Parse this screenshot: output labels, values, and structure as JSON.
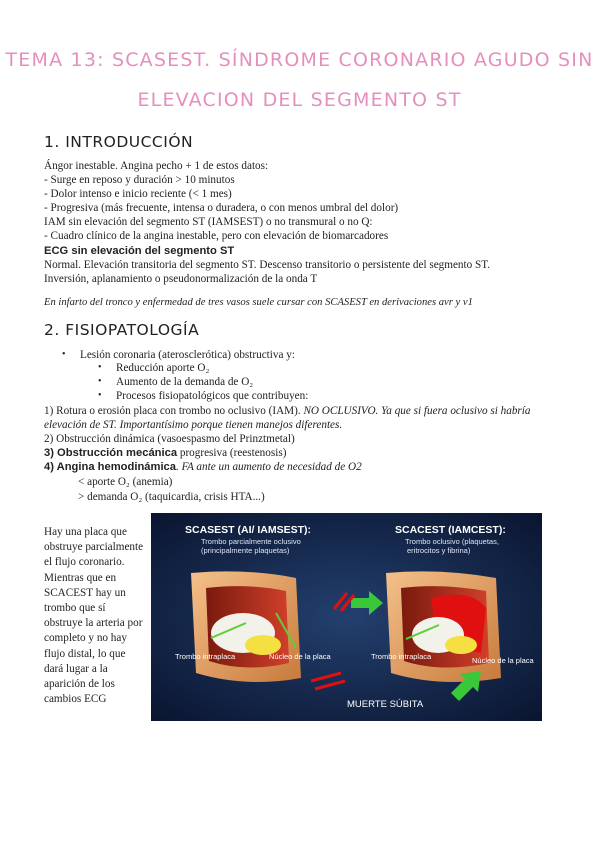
{
  "title": {
    "line1": "TEMA 13: SCASEST. SÍNDROME CORONARIO AGUDO SIN",
    "line2": "ELEVACION DEL SEGMENTO ST"
  },
  "section1": {
    "heading": "1. INTRODUCCIÓN",
    "lines": [
      "Ángor inestable. Angina pecho + 1 de estos datos:",
      "- Surge en reposo y duración > 10 minutos",
      "- Dolor intenso e inicio reciente (< 1 mes)",
      "- Progresiva (más frecuente, intensa o duradera, o con menos umbral del dolor)",
      "IAM sin elevación del segmento ST (IAMSEST) o no transmural o no Q:",
      "- Cuadro clínico de la angina inestable, pero con elevación de biomarcadores"
    ],
    "ecg_heading": "ECG sin elevación del segmento ST",
    "ecg_lines": [
      "Normal. Elevación transitoria del segmento ST.  Descenso transitorio o persistente del segmento ST.",
      "Inversión, aplanamiento o pseudonormalización de la onda T"
    ],
    "note": "En infarto del tronco y enfermedad de tres vasos suele cursar con SCASEST en derivaciones avr y v1"
  },
  "section2": {
    "heading": "2. FISIOPATOLOGÍA",
    "bullet_main": "Lesión coronaria (aterosclerótica) obstructiva y:",
    "sub_bullets": [
      "Reducción aporte O₂",
      "Aumento de la demanda de O₂",
      "Procesos fisiopatológicos que contribuyen:"
    ],
    "item1_text": "1) Rotura o erosión placa con trombo no oclusivo (IAM). ",
    "item1_italic": "NO OCLUSIVO. Ya que si fuera oclusivo si habría",
    "item1_italic2": "elevación de ST. Importantísimo porque tienen manejos diferentes.",
    "item2": "2) Obstrucción dinámica (vasoespasmo del Prinztmetal)",
    "item3_bold": "3) Obstrucción mecánica",
    "item3_rest": " progresiva (reestenosis)",
    "item4_bold": "4) Angina hemodinámica",
    "item4_italic": ". FA ante un aumento de necesidad de O2",
    "item4_sub1": "< aporte O₂  (anemia)",
    "item4_sub2": "> demanda O₂ (taquicardia, crisis HTA...)"
  },
  "side_text": "Hay una placa que obstruye parcialmente el flujo coronario. Mientras que en SCACEST hay un trombo que sí obstruye la arteria por completo y no hay flujo distal, lo que dará lugar a la aparición de los cambios ECG",
  "figure": {
    "left_title": "SCASEST (AI/ IAMSEST):",
    "left_sub1": "Trombo parcialmente oclusivo",
    "left_sub2": "(principalmente plaquetas)",
    "right_title": "SCACEST (IAMCEST):",
    "right_sub1": "Trombo oclusivo (plaquetas,",
    "right_sub2": "eritrocitos y fibrina)",
    "label_trombo": "Trombo intraplaca",
    "label_nucleo": "Núcleo de la placa",
    "label_trombo2": "Trombo intraplaca",
    "label_nucleo2": "Núcleo de la placa",
    "label_muerte": "MUERTE SÚBITA"
  }
}
